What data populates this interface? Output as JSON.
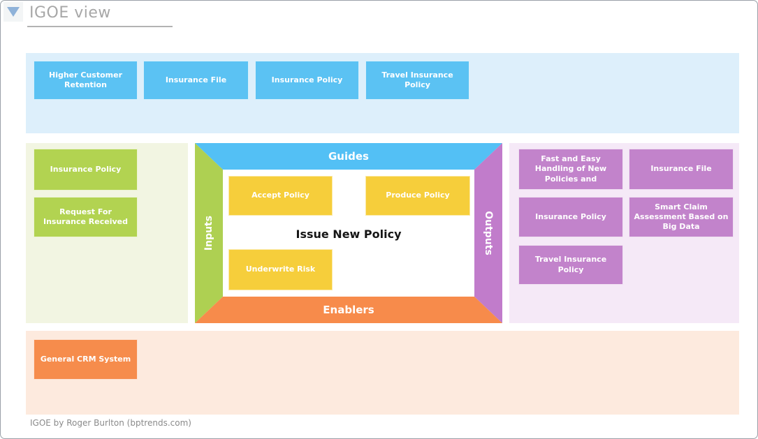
{
  "header": {
    "title": "IGOE view",
    "collapse_icon": "triangle-down"
  },
  "top_cards": [
    "Higher Customer Retention",
    "Insurance File",
    "Insurance Policy",
    "Travel Insurance Policy"
  ],
  "input_cards": [
    "Insurance Policy",
    "Request For Insurance Received"
  ],
  "igoe": {
    "process_name": "Issue New Policy",
    "guides_label": "Guides",
    "inputs_label": "Inputs",
    "outputs_label": "Outputs",
    "enablers_label": "Enablers",
    "subprocesses": [
      "Accept Policy",
      "Produce Policy",
      "Underwrite Risk"
    ]
  },
  "output_cards": [
    "Fast and Easy Handling of New Policies and",
    "Insurance File",
    "Insurance Policy",
    "Smart Claim Assessment Based on Big Data",
    "Travel Insurance Policy"
  ],
  "enabler_cards": [
    "General CRM System"
  ],
  "footer": {
    "credit": "IGOE by Roger Burlton (bptrends.com)"
  },
  "colors": {
    "guides_blue": "#53c0f5",
    "inputs_green": "#aed052",
    "outputs_purple": "#c17ccb",
    "enablers_orange": "#f78b4b",
    "subprocess_yellow": "#f6ce3b",
    "top_section_bg": "#ddeffb",
    "inputs_section_bg": "#f2f5e2",
    "outputs_section_bg": "#f5e9f7",
    "enablers_section_bg": "#fdeade"
  }
}
